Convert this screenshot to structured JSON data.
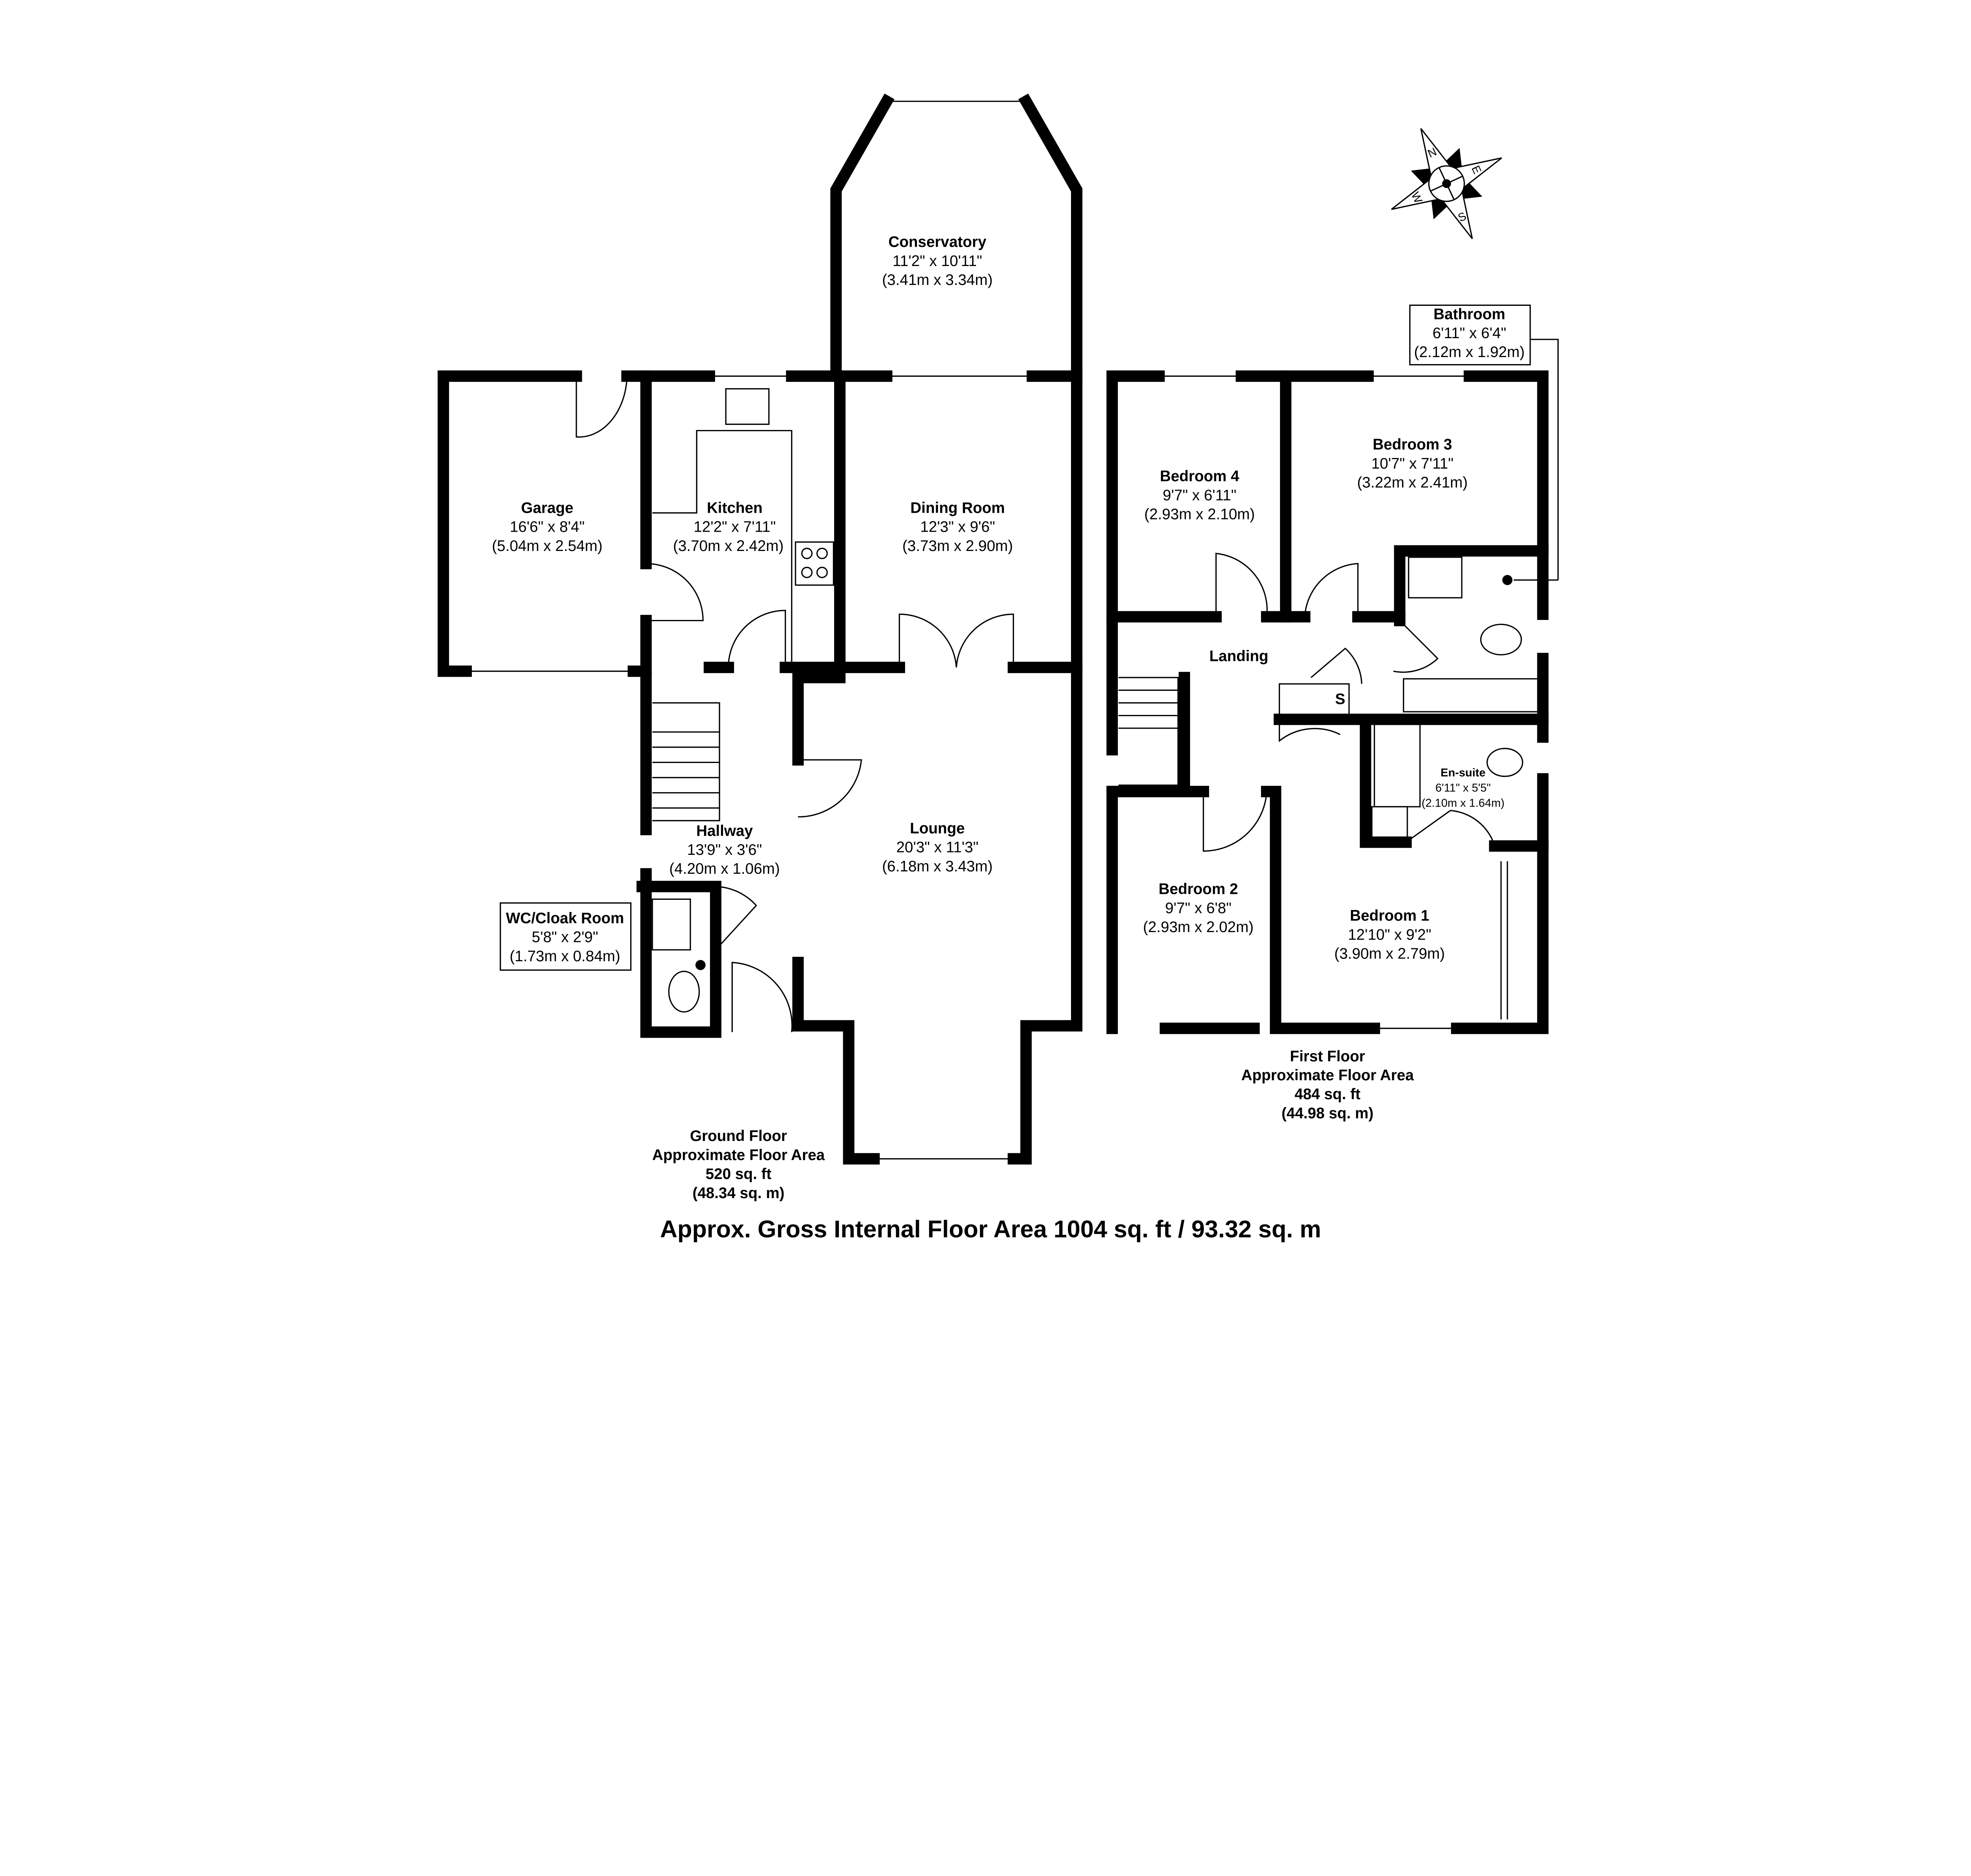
{
  "compass": {
    "n": "N",
    "e": "E",
    "s": "S",
    "w": "W"
  },
  "ground_floor": {
    "rooms": [
      {
        "name": "Conservatory",
        "imperial": "11'2\" x 10'11\"",
        "metric": "(3.41m x 3.34m)"
      },
      {
        "name": "Garage",
        "imperial": "16'6\" x 8'4\"",
        "metric": "(5.04m x 2.54m)"
      },
      {
        "name": "Kitchen",
        "imperial": "12'2\" x 7'11\"",
        "metric": "(3.70m x 2.42m)"
      },
      {
        "name": "Dining Room",
        "imperial": "12'3\" x 9'6\"",
        "metric": "(3.73m x 2.90m)"
      },
      {
        "name": "Lounge",
        "imperial": "20'3\" x 11'3\"",
        "metric": "(6.18m x 3.43m)"
      },
      {
        "name": "Hallway",
        "imperial": "13'9\" x 3'6\"",
        "metric": "(4.20m x 1.06m)"
      },
      {
        "name": "WC/Cloak Room",
        "imperial": "5'8\" x 2'9\"",
        "metric": "(1.73m x 0.84m)"
      }
    ],
    "label": "Ground Floor",
    "area_label": "Approximate Floor Area",
    "area_sqft": "520 sq. ft",
    "area_sqm": "(48.34 sq. m)"
  },
  "first_floor": {
    "rooms": [
      {
        "name": "Bathroom",
        "imperial": "6'11\" x 6'4\"",
        "metric": "(2.12m x 1.92m)"
      },
      {
        "name": "Bedroom 4",
        "imperial": "9'7\" x 6'11\"",
        "metric": "(2.93m x 2.10m)"
      },
      {
        "name": "Bedroom 3",
        "imperial": "10'7\" x 7'11\"",
        "metric": "(3.22m x 2.41m)"
      },
      {
        "name": "Landing"
      },
      {
        "name": "En-suite",
        "imperial": "6'11\" x 5'5\"",
        "metric": "(2.10m x 1.64m)"
      },
      {
        "name": "Bedroom 2",
        "imperial": "9'7\" x 6'8\"",
        "metric": "(2.93m x 2.02m)"
      },
      {
        "name": "Bedroom 1",
        "imperial": "12'10\" x 9'2\"",
        "metric": "(3.90m x 2.79m)"
      }
    ],
    "store_label": "S",
    "label": "First Floor",
    "area_label": "Approximate Floor Area",
    "area_sqft": "484 sq. ft",
    "area_sqm": "(44.98 sq. m)"
  },
  "total": "Approx. Gross Internal Floor Area 1004 sq. ft / 93.32 sq. m"
}
